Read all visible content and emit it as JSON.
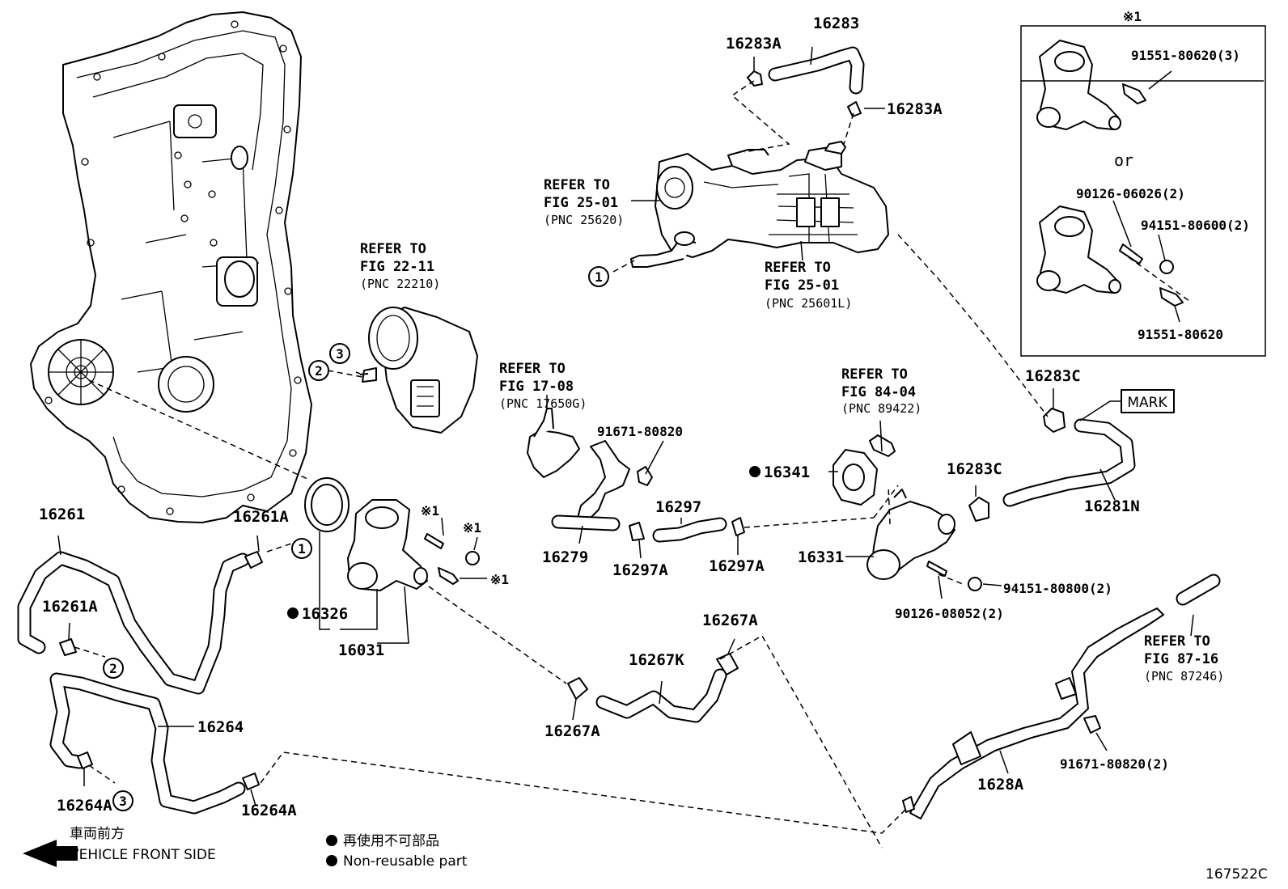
{
  "parts": {
    "p16283": "16283",
    "p16283A_1": "16283A",
    "p16283A_2": "16283A",
    "p16283C_1": "16283C",
    "p16283C_2": "16283C",
    "p16281N": "16281N",
    "p16261": "16261",
    "p16261A_1": "16261A",
    "p16261A_2": "16261A",
    "p16264": "16264",
    "p16264A_1": "16264A",
    "p16264A_2": "16264A",
    "p16326": "16326",
    "p16031": "16031",
    "p16279": "16279",
    "p16297": "16297",
    "p16297A_1": "16297A",
    "p16297A_2": "16297A",
    "p16341": "16341",
    "p16331": "16331",
    "p16267A_1": "16267A",
    "p16267A_2": "16267A",
    "p16267K": "16267K",
    "p1628A": "1628A",
    "b91671_80820": "91671-80820",
    "b91671_80820_2": "91671-80820(2)",
    "b94151_80800_2": "94151-80800(2)",
    "b90126_08052_2": "90126-08052(2)",
    "b91551_80620_3": "91551-80620(3)",
    "b90126_06026_2": "90126-06026(2)",
    "b94151_80600_2": "94151-80600(2)",
    "b91551_80620": "91551-80620"
  },
  "refs": {
    "r25620": {
      "l1": "REFER TO",
      "l2": "FIG 25-01",
      "l3": "(PNC 25620)"
    },
    "r25601L": {
      "l1": "REFER TO",
      "l2": "FIG 25-01",
      "l3": "(PNC 25601L)"
    },
    "r22210": {
      "l1": "REFER TO",
      "l2": "FIG 22-11",
      "l3": "(PNC 22210)"
    },
    "r17650G": {
      "l1": "REFER TO",
      "l2": "FIG 17-08",
      "l3": "(PNC 17650G)"
    },
    "r89422": {
      "l1": "REFER TO",
      "l2": "FIG 84-04",
      "l3": "(PNC 89422)"
    },
    "r87246": {
      "l1": "REFER TO",
      "l2": "FIG 87-16",
      "l3": "(PNC 87246)"
    }
  },
  "markers": {
    "c1": "1",
    "c2": "2",
    "c3": "3",
    "star": "※1",
    "or": "or",
    "mark": "MARK"
  },
  "legend": {
    "front_jp": "車両前方",
    "front_en": "VEHICLE FRONT SIDE",
    "nonreuse_jp": "再使用不可部品",
    "nonreuse_en": "Non-reusable part"
  },
  "figure_id": "167522C"
}
